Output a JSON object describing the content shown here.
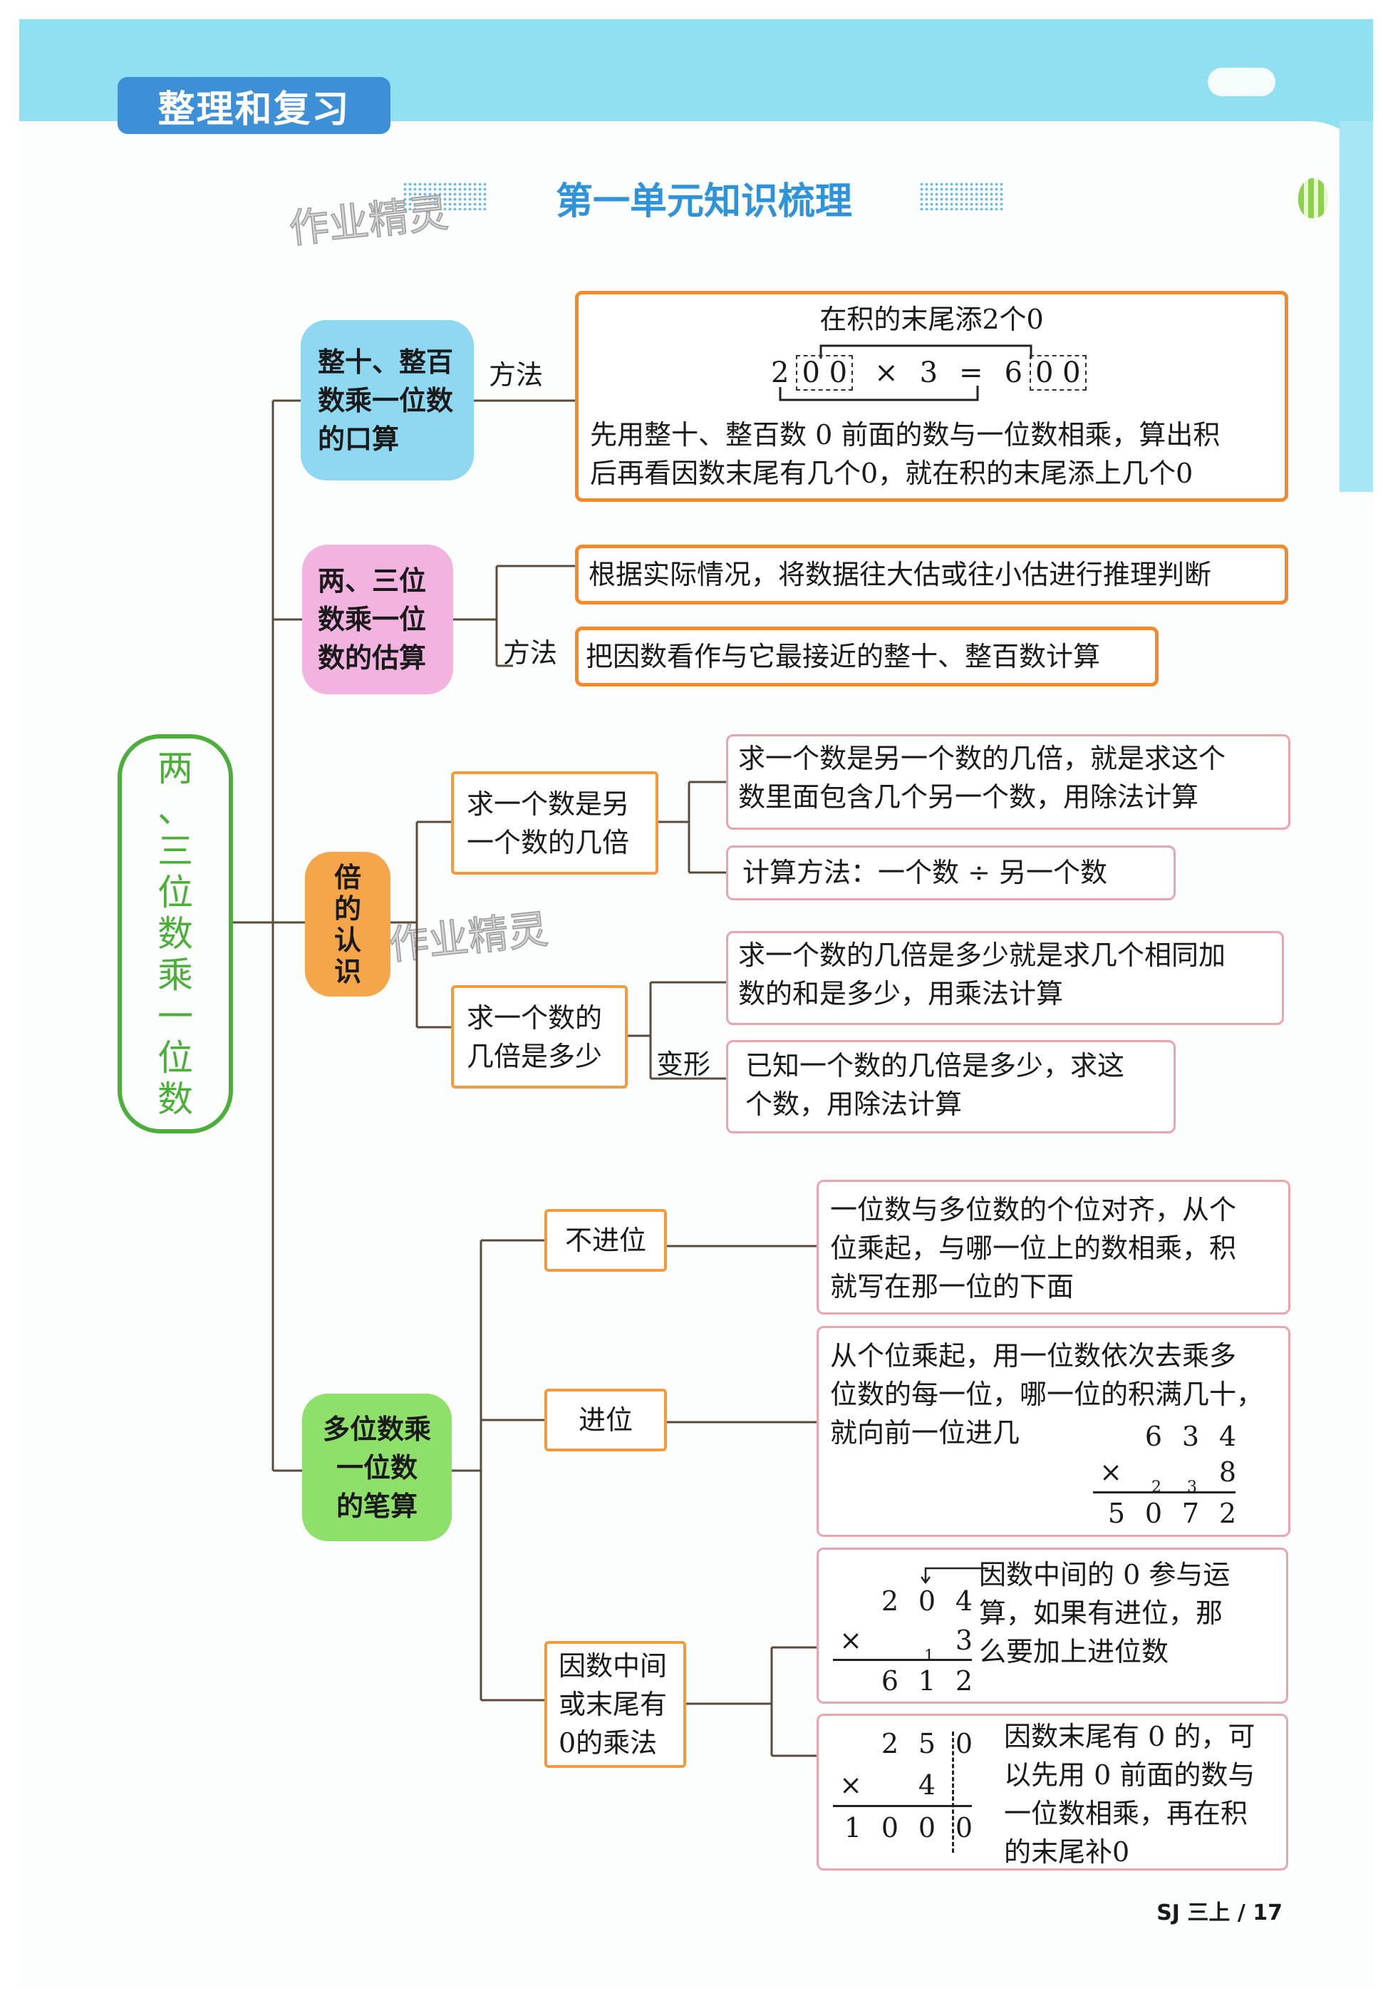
{
  "header": {
    "badge": "整理和复习",
    "title": "第一单元知识梳理",
    "watermark": "作业精灵"
  },
  "root": [
    "两",
    "、",
    "三",
    "位",
    "数",
    "乘",
    "一",
    "位",
    "数"
  ],
  "branch1": {
    "node": [
      "整十、整百",
      "数乘一位数",
      "的口算"
    ],
    "label": "方法",
    "caption": "在积的末尾添2个0",
    "equation": {
      "left_head": "2",
      "left_zeros": "0 0",
      "times": "×",
      "b": "3",
      "eq": "=",
      "right_head": "6",
      "right_zeros": "0 0"
    },
    "text": [
      "先用整十、整百数 0 前面的数与一位数相乘，算出积",
      "后再看因数末尾有几个0，就在积的末尾添上几个0"
    ]
  },
  "branch2": {
    "node": [
      "两、三位",
      "数乘一位",
      "数的估算"
    ],
    "label": "方法",
    "items": [
      "根据实际情况，将数据往大估或往小估进行推理判断",
      "把因数看作与它最接近的整十、整百数计算"
    ]
  },
  "branch3": {
    "node": [
      "倍",
      "的",
      "认",
      "识"
    ],
    "sub_a": [
      "求一个数是另",
      "一个数的几倍"
    ],
    "sub_a_items": [
      [
        "求一个数是另一个数的几倍，就是求这个",
        "数里面包含几个另一个数，用除法计算"
      ],
      [
        "计算方法：一个数 ÷ 另一个数"
      ]
    ],
    "sub_b": [
      "求一个数的",
      "几倍是多少"
    ],
    "sub_b_label": "变形",
    "sub_b_items": [
      [
        "求一个数的几倍是多少就是求几个相同加",
        "数的和是多少，用乘法计算"
      ],
      [
        "已知一个数的几倍是多少，求这",
        "个数，用除法计算"
      ]
    ]
  },
  "branch4": {
    "node": [
      "多位数乘",
      "一位数",
      "的笔算"
    ],
    "no_carry": {
      "label": "不进位",
      "text": [
        "一位数与多位数的个位对齐，从个",
        "位乘起，与哪一位上的数相乘，积",
        "就写在那一位的下面"
      ]
    },
    "carry": {
      "label": "进位",
      "text": [
        "从个位乘起，用一位数依次去乘多",
        "位数的每一位，哪一位的积满几十，",
        "就向前一位进几"
      ],
      "calc": {
        "a": [
          "6",
          "3",
          "4"
        ],
        "times": "×",
        "carries": [
          "2",
          "3"
        ],
        "b": "8",
        "result": [
          "5",
          "0",
          "7",
          "2"
        ]
      }
    },
    "zero": {
      "label": [
        "因数中间",
        "或末尾有",
        "0的乘法"
      ],
      "middle": {
        "text": [
          "因数中间的 0 参与运",
          "算，如果有进位，那",
          "么要加上进位数"
        ],
        "calc": {
          "a": [
            "2",
            "0",
            "4"
          ],
          "times": "×",
          "carry": "1",
          "b": "3",
          "result": [
            "6",
            "1",
            "2"
          ]
        }
      },
      "end": {
        "text": [
          "因数末尾有 0 的，可",
          "以先用 0 前面的数与",
          "一位数相乘，再在积",
          "的末尾补0"
        ],
        "calc": {
          "a": [
            "2",
            "5",
            "0"
          ],
          "times": "×",
          "b": "4",
          "result": [
            "1",
            "0",
            "0",
            "0"
          ]
        }
      }
    }
  },
  "footer": {
    "page": "SJ 三上 / 17"
  },
  "colors": {
    "sky": "#a7e6f4",
    "badge": "#3d8fd8",
    "title": "#2f93d9",
    "root": "#4caf3a",
    "orange_border": "#f38a2c",
    "pink_border": "#eba3ad"
  }
}
